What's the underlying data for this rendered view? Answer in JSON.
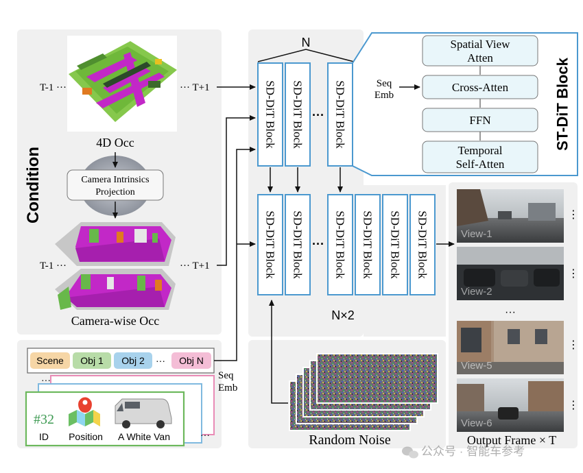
{
  "condition_label": "Condition",
  "occ4d": {
    "left": "T-1 ···",
    "right": "··· T+1",
    "caption": "4D Occ"
  },
  "projection": {
    "line1": "Camera Intrinsics",
    "line2": "Projection"
  },
  "camocc": {
    "left": "T-1 ···",
    "right": "··· T+1",
    "caption": "Camera-wise Occ"
  },
  "tokens": {
    "scene": "Scene",
    "obj1": "Obj 1",
    "obj2": "Obj 2",
    "dots": "···",
    "objn": "Obj N",
    "stack_dots": "···",
    "side_dots": "···"
  },
  "object_card": {
    "id_value": "#32",
    "id_label": "ID",
    "position_label": "Position",
    "desc_label": "A White Van"
  },
  "seq_emb_bottom": {
    "line1": "Seq",
    "line2": "Emb"
  },
  "top_group": {
    "n_label": "N",
    "block": "SD-DiT Block",
    "dots": "···"
  },
  "bottom_group": {
    "label": "N×2",
    "block": "SD-DiT Block",
    "dots": "···"
  },
  "st_block": {
    "title": "ST-DiT Block",
    "seq_line1": "Seq",
    "seq_line2": "Emb",
    "spatial_1": "Spatial View",
    "spatial_2": "Atten",
    "cross": "Cross-Atten",
    "ffn": "FFN",
    "temporal_1": "Temporal",
    "temporal_2": "Self-Atten"
  },
  "noise_label": "Random Noise",
  "views": {
    "v1": "View-1",
    "v2": "View-2",
    "v5": "View-5",
    "v6": "View-6",
    "mid_dots": "···",
    "side_dots": "⋮"
  },
  "output_label": "Output Frame × T",
  "watermark": "公众号 · 智能车参考"
}
